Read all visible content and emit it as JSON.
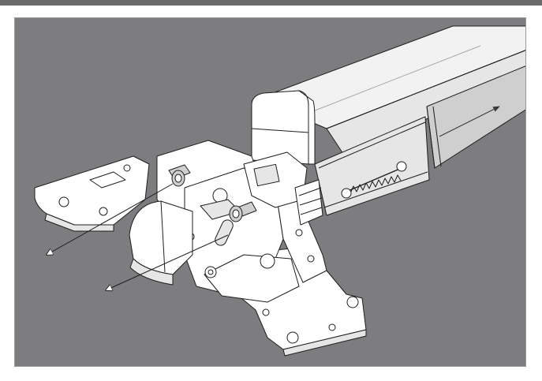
{
  "figure": {
    "description_icon": "exit-device-latch-assembly-diagram",
    "colors": {
      "top_bar": "#6b6b6b",
      "background": "#7d7d80",
      "part_fill": "#ffffff",
      "part_shade": "#e6e6e6",
      "rail_fill": "#f2f2f2",
      "cover_fill": "#cfcfcf",
      "line": "#1e1e1e"
    },
    "arrows": [
      {
        "name": "removal-arrow-left-upper",
        "direction": "down-left"
      },
      {
        "name": "removal-arrow-left-lower",
        "direction": "down-left"
      },
      {
        "name": "slide-arrow-right",
        "direction": "up-right"
      }
    ]
  }
}
